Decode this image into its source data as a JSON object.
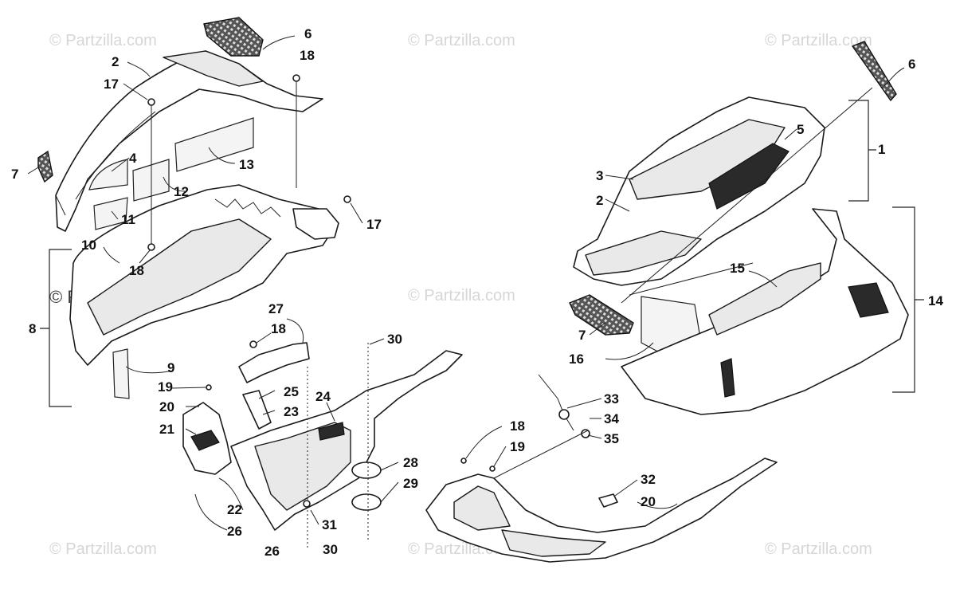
{
  "watermarks": {
    "text": "© Partzilla.com",
    "source_label": "© Partzilla.com"
  },
  "callouts": {
    "c1": "1",
    "c2a": "2",
    "c2b": "2",
    "c2c": "20",
    "c3": "3",
    "c4": "4",
    "c5": "5",
    "c6a": "6",
    "c6b": "6",
    "c7a": "7",
    "c7b": "7",
    "c8": "8",
    "c9": "9",
    "c10": "10",
    "c11": "11",
    "c12": "12",
    "c13": "13",
    "c14": "14",
    "c15": "15",
    "c16": "16",
    "c17a": "17",
    "c17b": "17",
    "c18a": "18",
    "c18b": "18",
    "c18c": "18",
    "c18d": "18",
    "c19a": "19",
    "c19b": "19",
    "c20a": "20",
    "c21": "21",
    "c22": "22",
    "c23": "23",
    "c24": "24",
    "c25": "25",
    "c26a": "26",
    "c26b": "26",
    "c27": "27",
    "c28": "28",
    "c29": "29",
    "c30a": "30",
    "c30b": "30",
    "c31": "31",
    "c32": "32",
    "c33": "33",
    "c34": "34",
    "c35": "35"
  },
  "colors": {
    "line": "#1a1a1a",
    "watermark": "#d6d6d6",
    "background": "#ffffff"
  }
}
